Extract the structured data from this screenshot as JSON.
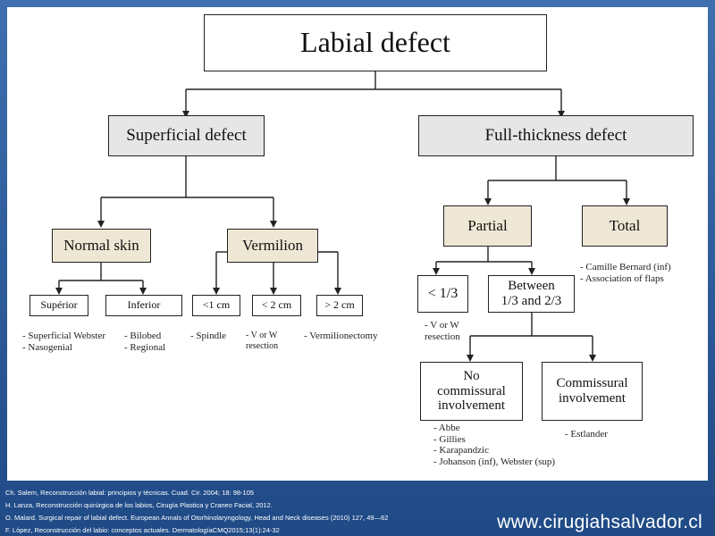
{
  "diagram": {
    "title": "Labial defect",
    "superficial": "Superficial defect",
    "full_thickness": "Full-thickness defect",
    "normal_skin": "Normal skin",
    "vermilion": "Vermilion",
    "partial": "Partial",
    "total": "Total",
    "superior": "Supérior",
    "inferior": "Inferior",
    "lt1cm": "<1 cm",
    "lt2cm": "< 2 cm",
    "gt2cm": "> 2 cm",
    "lt13": "< 1/3",
    "between": "Between\n1/3 and 2/3",
    "no_comm": "No\ncommissural\ninvolvement",
    "comm": "Commissural\ninvolvement"
  },
  "notes": {
    "superior": "- Superficial Webster\n- Nasogenial",
    "inferior": "- Bilobed\n- Regional",
    "lt1cm": "- Spindle",
    "lt2cm": "- V or W\nresection",
    "gt2cm": "- Vermilionectomy",
    "total": "- Camille Bernard (inf)\n- Association of flaps",
    "lt13": "- V or W\nresection",
    "no_comm": "- Abbe\n- Gillies\n- Karapandzic\n- Johanson (inf), Webster (sup)",
    "comm": "- Estlander"
  },
  "references": [
    "Ch. Salem, Reconstrucción labial: principios y técnicas. Cuad. Cir. 2004; 18: 98-105",
    "H. Lanza, Reconstrucción quirúrgica de los labios, Cirugía Plastica y Craneo Facial, 2012.",
    "O. Malard. Surgical repair of labial defect. European Annals of Otorhinolaryngology, Head and Neck diseases (2010) 127, 49—62",
    "F. López, Reconstrucción del labio: conceptos actuales. DermatologíaCMQ2015;13(1):24-32"
  ],
  "website": "www.cirugiahsalvador.cl"
}
